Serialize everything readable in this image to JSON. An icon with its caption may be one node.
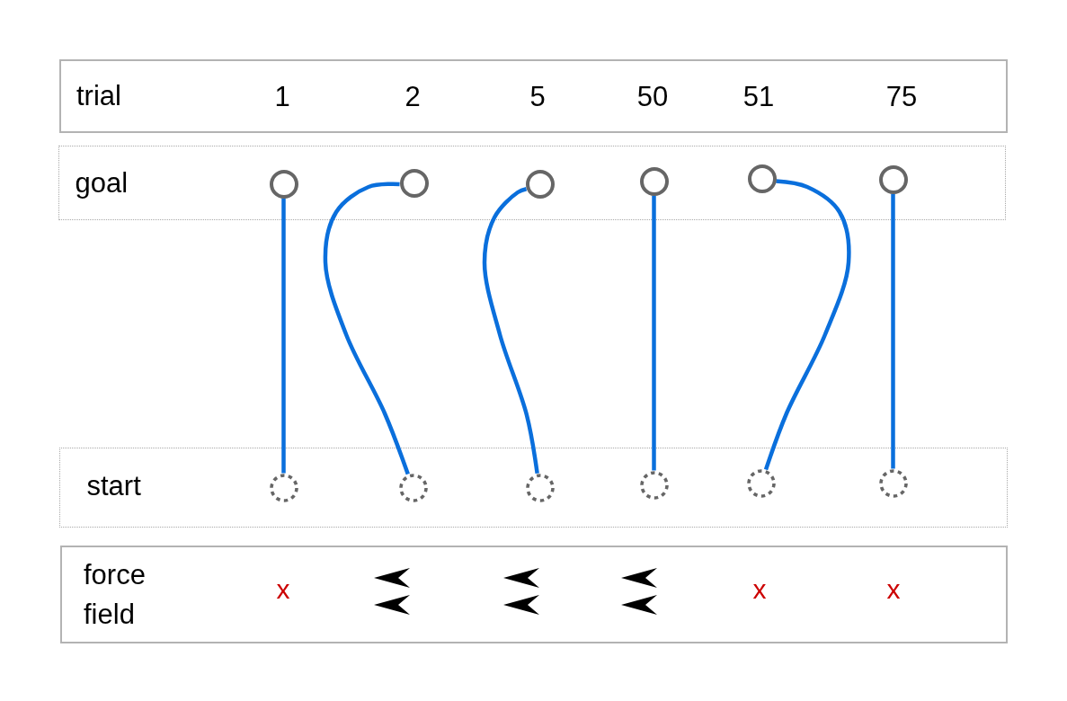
{
  "diagram": {
    "nodes": [
      {
        "text": [
          "trial",
          "1",
          "2",
          "5",
          "50",
          "51",
          "75"
        ]
      },
      {
        "text": [
          "goal"
        ]
      },
      {
        "text": [],
        "shape": "circle",
        "in": 1
      },
      {
        "text": [],
        "shape": "circle",
        "in": 1
      },
      {
        "text": [],
        "shape": "circle",
        "in": 1
      },
      {
        "text": [],
        "shape": "circle",
        "in": 1
      },
      {
        "text": [],
        "shape": "circle",
        "in": 1
      },
      {
        "text": [],
        "shape": "circle",
        "in": 1
      },
      {
        "text": [
          "start"
        ]
      },
      {
        "text": [],
        "shape": "circle",
        "in": 8
      },
      {
        "text": [],
        "shape": "circle",
        "in": 8
      },
      {
        "text": [],
        "shape": "circle",
        "in": 8
      },
      {
        "text": [],
        "shape": "circle",
        "in": 8
      },
      {
        "text": [],
        "shape": "circle",
        "in": 8
      },
      {
        "text": [],
        "shape": "circle",
        "in": 8
      },
      {
        "text": [
          "force field",
          "x",
          "x",
          "x"
        ]
      }
    ],
    "edges": [
      {
        "from": 9,
        "to": 2,
        "arrow": "none"
      },
      {
        "from": 10,
        "to": 3,
        "arrow": "none"
      },
      {
        "from": 11,
        "to": 4,
        "arrow": "none"
      },
      {
        "from": 12,
        "to": 5,
        "arrow": "none"
      },
      {
        "from": 13,
        "to": 6,
        "arrow": "none"
      },
      {
        "from": 14,
        "to": 7,
        "arrow": "none"
      }
    ]
  }
}
